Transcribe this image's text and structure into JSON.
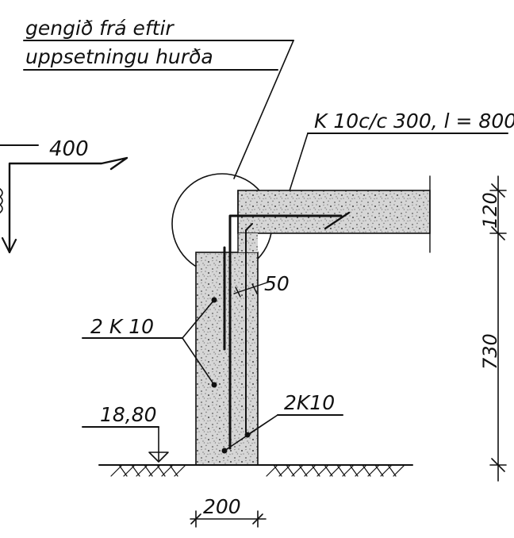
{
  "notes": {
    "detail_line1": "gengið frá eftir",
    "detail_line2": "uppsetningu hurða",
    "rebar_top": "K 10c/c 300, l = 800",
    "rebar_left": "2 K 10",
    "rebar_bottom": "2K10",
    "cover": "50",
    "elevation": "18,80"
  },
  "dimensions": {
    "top_left": "400",
    "slab_thickness": "120",
    "wall_height": "730",
    "wall_width": "200"
  },
  "colors": {
    "ink": "#111111",
    "concrete_fill": "#cfcfcf"
  }
}
